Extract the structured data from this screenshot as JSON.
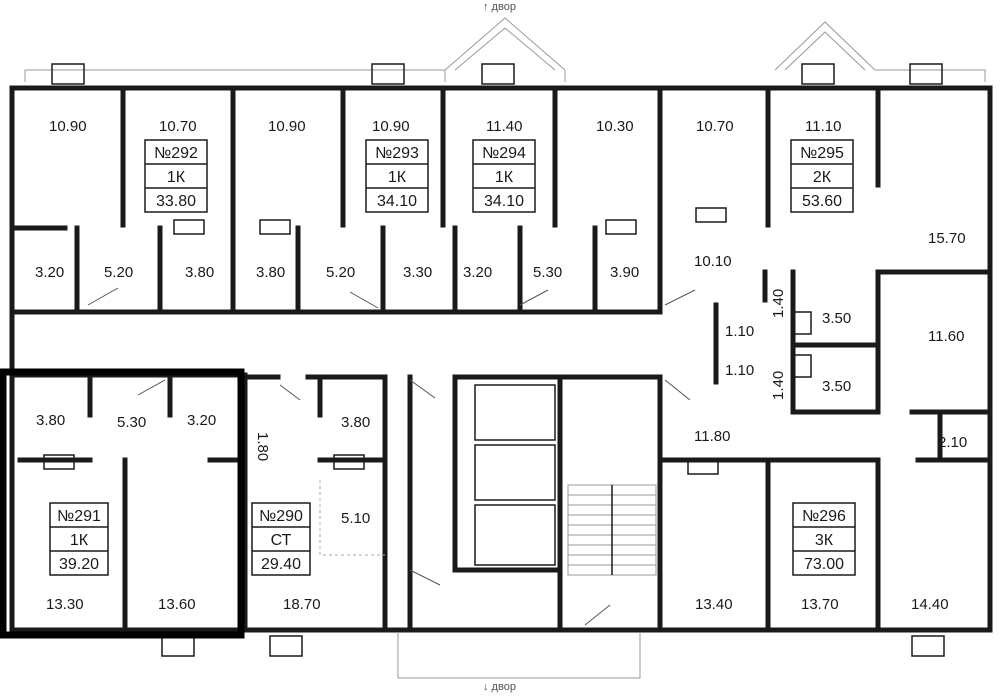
{
  "compass": {
    "top": "↑ двор",
    "bottom": "↓ двор"
  },
  "highlight_color": "#000000",
  "apartments": [
    {
      "id": "apt-291",
      "number": "№291",
      "type": "1К",
      "area": "39.20",
      "highlighted": true
    },
    {
      "id": "apt-290",
      "number": "№290",
      "type": "СТ",
      "area": "29.40"
    },
    {
      "id": "apt-292",
      "number": "№292",
      "type": "1К",
      "area": "33.80"
    },
    {
      "id": "apt-293",
      "number": "№293",
      "type": "1К",
      "area": "34.10"
    },
    {
      "id": "apt-294",
      "number": "№294",
      "type": "1К",
      "area": "34.10"
    },
    {
      "id": "apt-295",
      "number": "№295",
      "type": "2К",
      "area": "53.60"
    },
    {
      "id": "apt-296",
      "number": "№296",
      "type": "3К",
      "area": "73.00"
    }
  ],
  "room_areas": [
    "10.90",
    "10.70",
    "10.90",
    "10.90",
    "11.40",
    "10.30",
    "10.70",
    "11.10",
    "15.70",
    "3.20",
    "5.20",
    "3.80",
    "3.80",
    "5.20",
    "3.30",
    "3.20",
    "5.30",
    "3.90",
    "10.10",
    "1.40",
    "3.50",
    "1.10",
    "11.60",
    "1.10",
    "1.40",
    "3.50",
    "3.80",
    "5.30",
    "3.20",
    "1.80",
    "3.80",
    "11.80",
    "2.10",
    "5.10",
    "13.30",
    "13.60",
    "18.70",
    "13.40",
    "13.70",
    "14.40"
  ]
}
